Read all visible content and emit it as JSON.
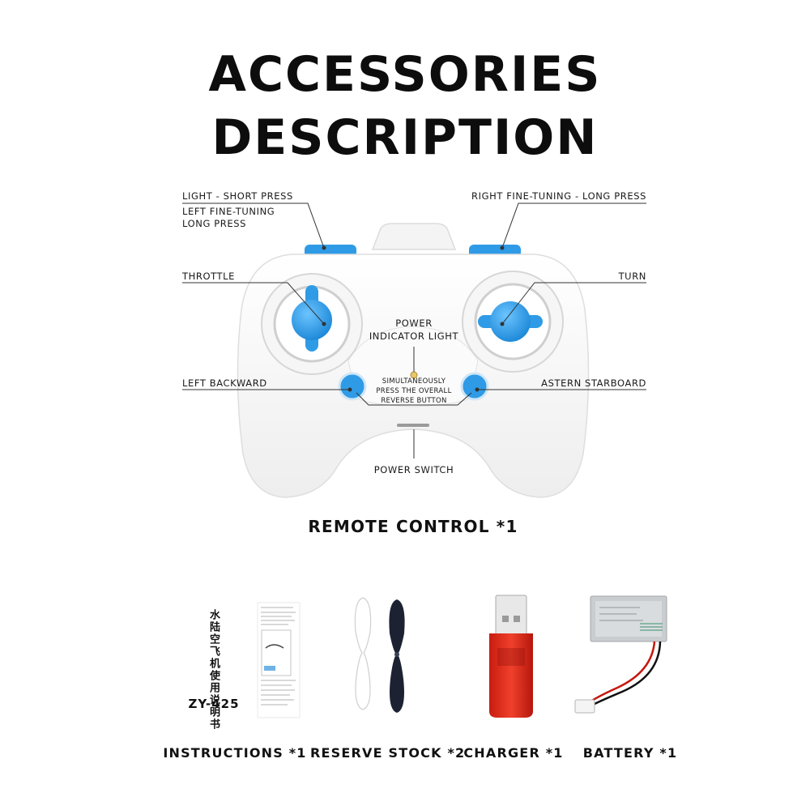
{
  "title": {
    "line1": "ACCESSORIES",
    "line2": "DESCRIPTION"
  },
  "labels": {
    "light_short_press": "LIGHT - SHORT PRESS",
    "left_fine_tuning_1": "LEFT FINE-TUNING",
    "left_fine_tuning_2": "LONG PRESS",
    "right_fine_tuning": "RIGHT FINE-TUNING - LONG PRESS",
    "throttle": "THROTTLE",
    "turn": "TURN",
    "power_indicator_1": "POWER",
    "power_indicator_2": "INDICATOR LIGHT",
    "left_backward": "LEFT BACKWARD",
    "astern_starboard": "ASTERN STARBOARD",
    "reverse_1": "SIMULTANEOUSLY",
    "reverse_2": "PRESS THE OVERALL",
    "reverse_3": "REVERSE BUTTON",
    "power_switch": "POWER SWITCH"
  },
  "captions": {
    "remote": "REMOTE CONTROL *1",
    "instructions": "INSTRUCTIONS *1",
    "reserve": "RESERVE STOCK *2",
    "charger": "CHARGER *1",
    "battery": "BATTERY *1"
  },
  "manual": {
    "model": "ZY-425",
    "vertical_title": "水陆空飞机使用说明书"
  },
  "colors": {
    "accent_blue": "#2f9be6",
    "remote_white": "#f7f7f7",
    "charger_red": "#e32a1a"
  }
}
